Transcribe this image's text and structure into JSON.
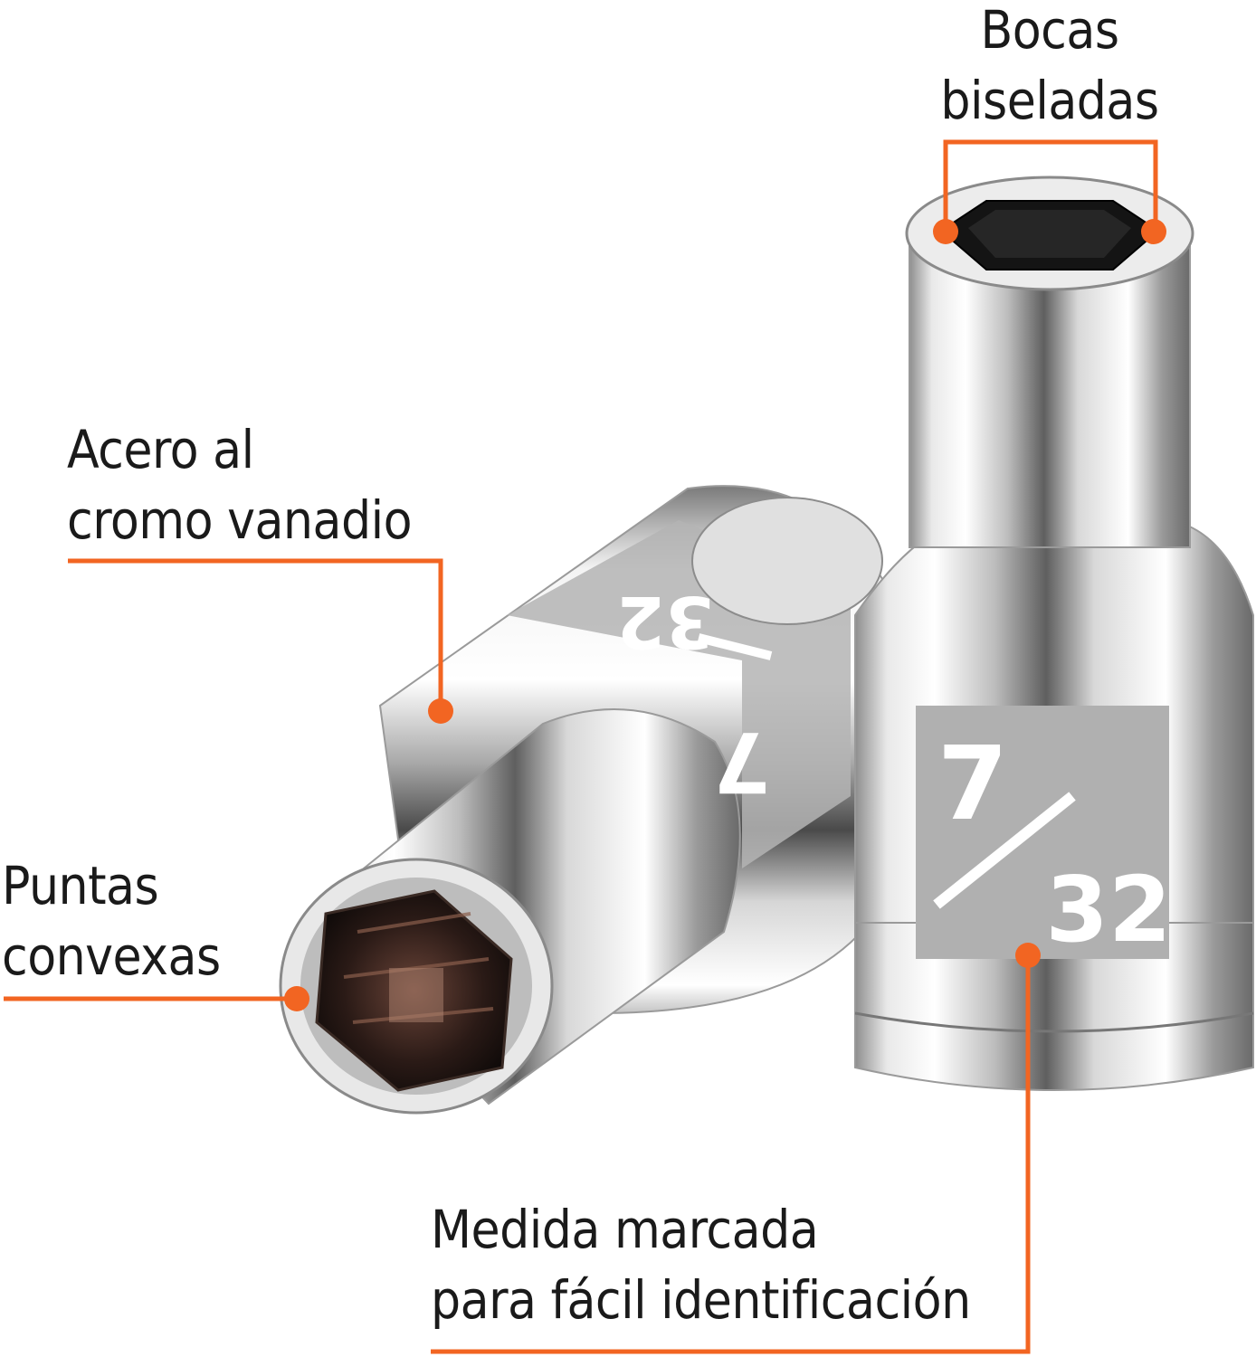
{
  "callouts": {
    "bocas": {
      "lines": [
        "Bocas",
        "biseladas"
      ]
    },
    "acero": {
      "lines": [
        "Acero al",
        "cromo vanadio"
      ]
    },
    "puntas": {
      "lines": [
        "Puntas",
        "convexas"
      ]
    },
    "medida": {
      "lines": [
        "Medida marcada",
        "para fácil identificación"
      ]
    }
  },
  "socket_markings": {
    "numerator": "7",
    "denominator": "32"
  },
  "colors": {
    "accent": "#f26522",
    "text": "#1a1a1a",
    "background": "#ffffff"
  }
}
